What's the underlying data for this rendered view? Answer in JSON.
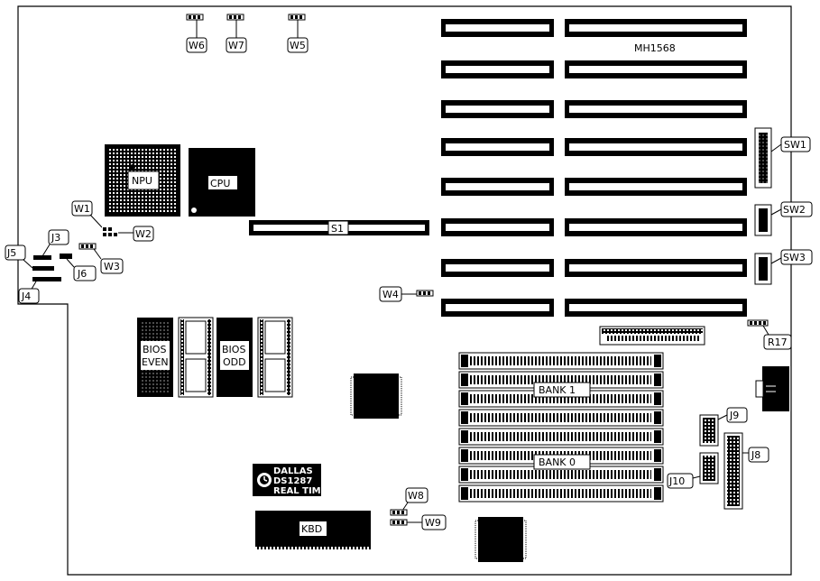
{
  "board_name": "MH1568",
  "labels": {
    "w6": "W6",
    "w7": "W7",
    "w5": "W5",
    "w1": "W1",
    "w2": "W2",
    "w3": "W3",
    "w4": "W4",
    "w8": "W8",
    "w9": "W9",
    "j3": "J3",
    "j4": "J4",
    "j5": "J5",
    "j6": "J6",
    "j8": "J8",
    "j9": "J9",
    "j10": "J10",
    "sw1": "SW1",
    "sw2": "SW2",
    "sw3": "SW3",
    "r17": "R17",
    "s1": "S1",
    "npu": "NPU",
    "cpu": "CPU",
    "bios_even_1": "BIOS",
    "bios_even_2": "EVEN",
    "bios_odd_1": "BIOS",
    "bios_odd_2": "ODD",
    "bank1": "BANK 1",
    "bank0": "BANK 0",
    "kbd": "KBD",
    "rtc_1": "DALLAS",
    "rtc_2": "DS1287",
    "rtc_3": "REAL TIME"
  },
  "colors": {
    "ink": "#000000",
    "paper": "#ffffff"
  }
}
